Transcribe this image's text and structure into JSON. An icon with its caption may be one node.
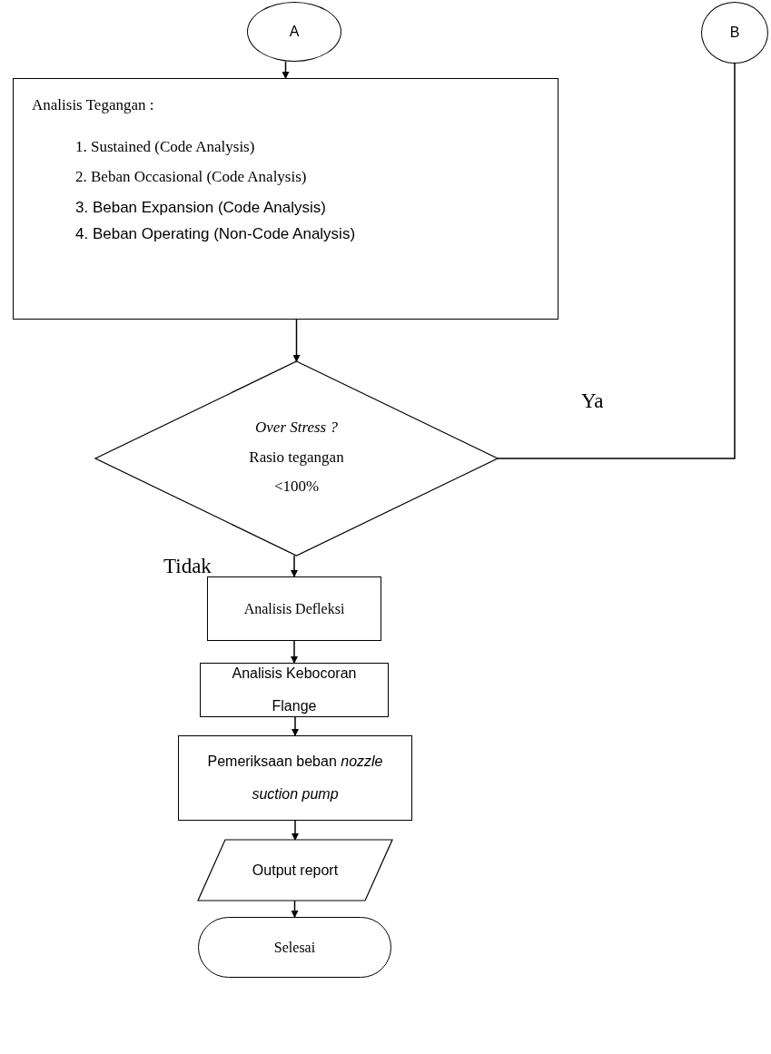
{
  "diagram": {
    "nodes": [
      {
        "text": [
          "A"
        ]
      },
      {
        "text": [
          "B"
        ]
      },
      {
        "text": [
          "Analisis Tegangan :",
          "1. Sustained (Code Analysis)",
          "2. Beban Occasional (Code Analysis)",
          "3. Beban Expansion (Code Analysis)",
          "4. Beban Operating (Non-Code Analysis)"
        ]
      },
      {
        "text": [
          "Over Stress ?",
          "Rasio tegangan <100%"
        ]
      },
      {
        "text": [
          "Analisis Defleksi"
        ]
      },
      {
        "text": [
          "Analisis Kebocoran Flange"
        ]
      },
      {
        "text": [
          "Pemeriksaan beban *nozzle suction pump*"
        ]
      },
      {
        "text": [
          "Output report"
        ]
      },
      {
        "text": [
          "Selesai"
        ]
      }
    ],
    "edges": [
      {
        "from": 0,
        "to": 2,
        "arrow": "to"
      },
      {
        "from": 2,
        "to": 3,
        "arrow": "to"
      },
      {
        "from": 3,
        "to": 1,
        "arrow": "none",
        "label": "Ya"
      },
      {
        "from": 3,
        "to": 4,
        "arrow": "to",
        "label": "Tidak"
      },
      {
        "from": 4,
        "to": 5,
        "arrow": "to"
      },
      {
        "from": 5,
        "to": 6,
        "arrow": "to"
      },
      {
        "from": 6,
        "to": 7,
        "arrow": "to"
      },
      {
        "from": 7,
        "to": 8,
        "arrow": "to"
      }
    ]
  }
}
